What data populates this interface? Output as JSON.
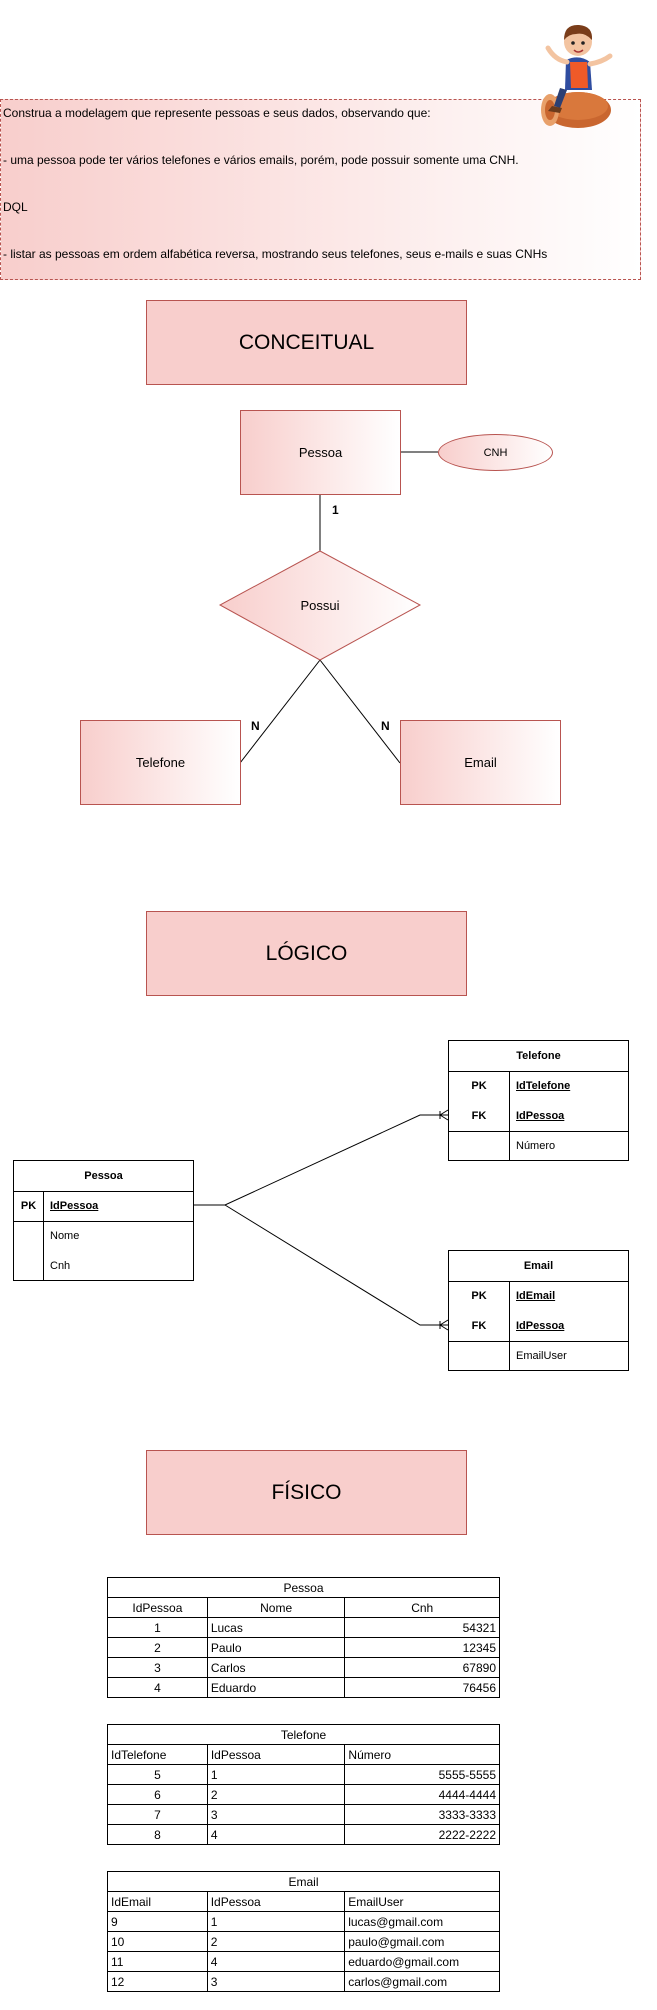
{
  "task": {
    "lines": [
      "Construa a modelagem que represente pessoas e seus dados, observando que:",
      "- uma pessoa pode ter vários telefones e vários emails, porém, pode possuir somente uma CNH.",
      "DQL",
      "- listar as pessoas em ordem alfabética reversa, mostrando seus telefones, seus e-mails e suas CNHs"
    ]
  },
  "sections": {
    "conceitual": "CONCEITUAL",
    "logico": "LÓGICO",
    "fisico": "FÍSICO"
  },
  "conceptual": {
    "pessoa": "Pessoa",
    "cnh": "CNH",
    "possui": "Possui",
    "telefone": "Telefone",
    "email": "Email",
    "card_1": "1",
    "card_n_left": "N",
    "card_n_right": "N"
  },
  "logical": {
    "pessoa": {
      "title": "Pessoa",
      "pk": "PK",
      "pk_field": "IdPessoa",
      "fields": [
        "Nome",
        "Cnh"
      ]
    },
    "telefone": {
      "title": "Telefone",
      "pk": "PK",
      "pk_field": "IdTelefone",
      "fk": "FK",
      "fk_field": "IdPessoa",
      "fields": [
        "Número"
      ]
    },
    "email": {
      "title": "Email",
      "pk": "PK",
      "pk_field": "IdEmail",
      "fk": "FK",
      "fk_field": "IdPessoa",
      "fields": [
        "EmailUser"
      ]
    }
  },
  "physical": {
    "pessoa": {
      "caption": "Pessoa",
      "headers": [
        "IdPessoa",
        "Nome",
        "Cnh"
      ],
      "rows": [
        [
          "1",
          "Lucas",
          "54321"
        ],
        [
          "2",
          "Paulo",
          "12345"
        ],
        [
          "3",
          "Carlos",
          "67890"
        ],
        [
          "4",
          "Eduardo",
          "76456"
        ]
      ]
    },
    "telefone": {
      "caption": "Telefone",
      "headers": [
        "IdTelefone",
        "IdPessoa",
        "Número"
      ],
      "rows": [
        [
          "5",
          "1",
          "5555-5555"
        ],
        [
          "6",
          "2",
          "4444-4444"
        ],
        [
          "7",
          "3",
          "3333-3333"
        ],
        [
          "8",
          "4",
          "2222-2222"
        ]
      ]
    },
    "email": {
      "caption": "Email",
      "headers": [
        "IdEmail",
        "IdPessoa",
        "EmailUser"
      ],
      "rows": [
        [
          "9",
          "1",
          "lucas@gmail.com"
        ],
        [
          "10",
          "2",
          "paulo@gmail.com"
        ],
        [
          "11",
          "4",
          "eduardo@gmail.com"
        ],
        [
          "12",
          "3",
          "carlos@gmail.com"
        ]
      ]
    }
  },
  "colors": {
    "fill": "#f8cecc",
    "stroke": "#b85450"
  }
}
